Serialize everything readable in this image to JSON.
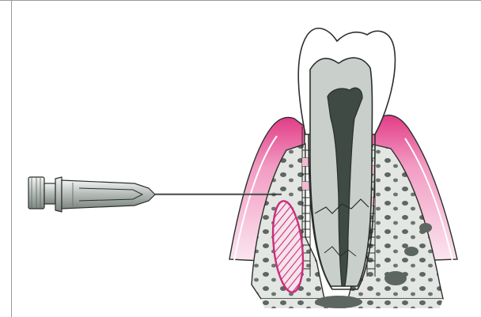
{
  "figure": {
    "kind": "dental-anatomy-illustration",
    "parts": [
      "syringe-icon",
      "needle",
      "tooth",
      "gingiva",
      "alveolar-bone",
      "injection-site",
      "root-canal"
    ],
    "colors": {
      "enamel": "#ffffff",
      "dentin": "#c9d0cc",
      "pulp": "#3f4a44",
      "gum": "#e23c86",
      "gum_light": "#f6c9dc",
      "bone": "#e3e6e2",
      "bone_spots": "#5d6661",
      "outline": "#2b2f2c",
      "hatch": "#c9307a"
    }
  }
}
